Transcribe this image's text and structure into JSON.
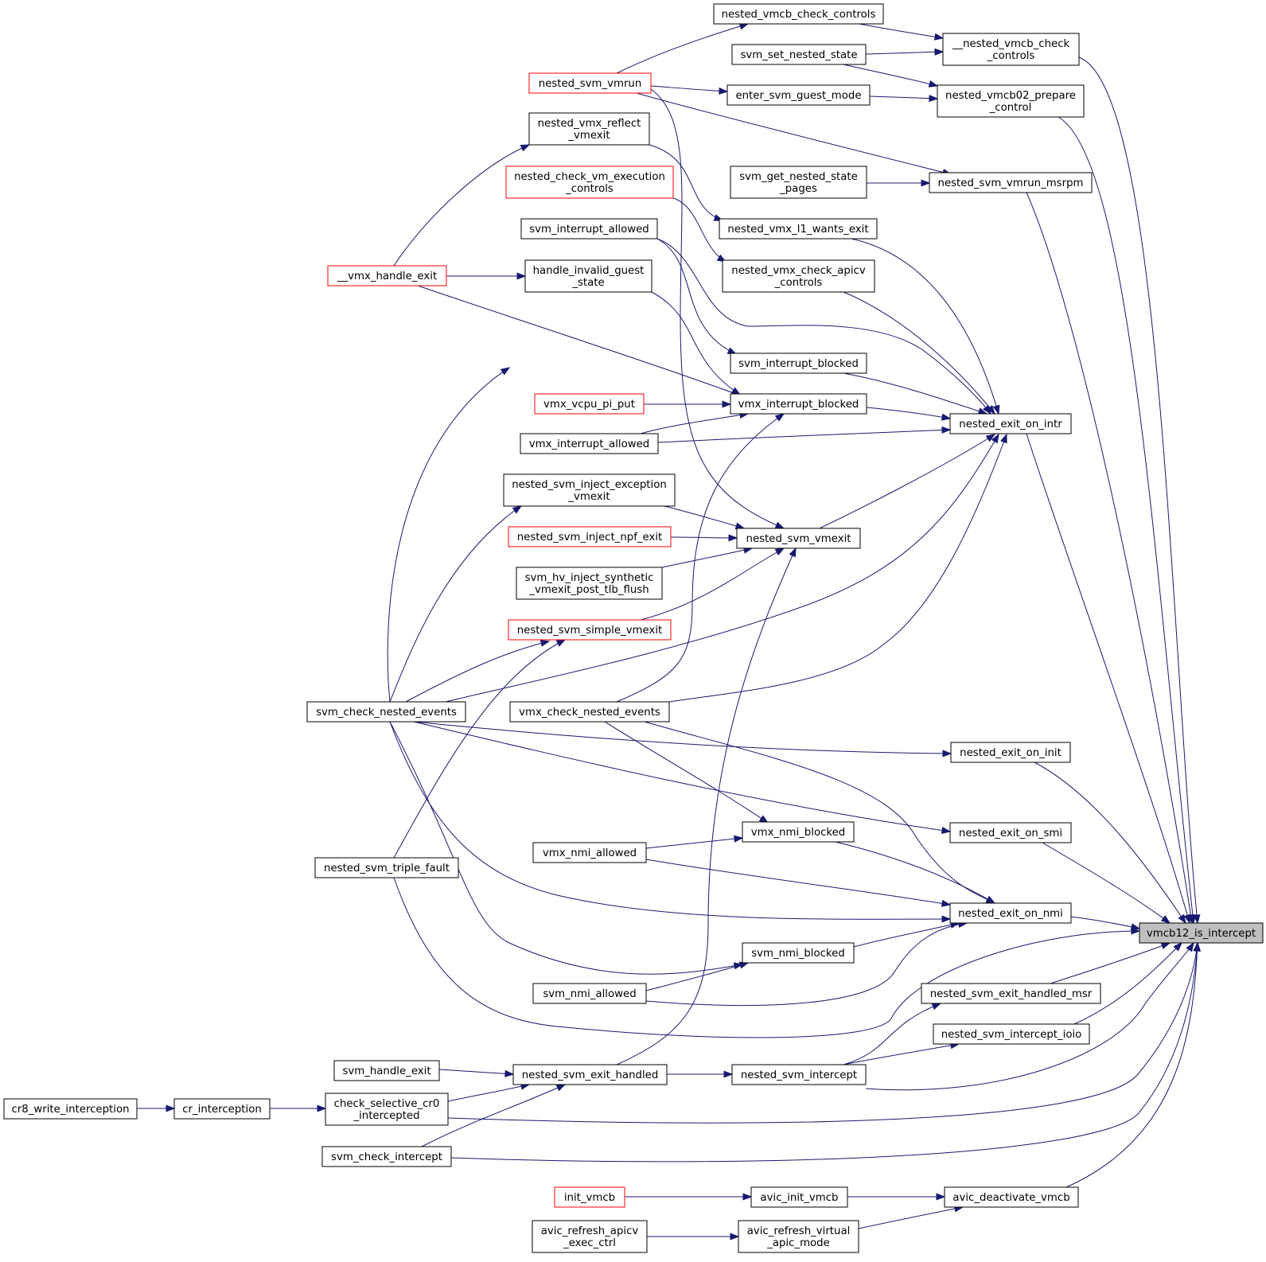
{
  "graph": {
    "title": "",
    "root": "vmcb12_is_intercept",
    "colors": {
      "edge": "#191970",
      "node_border": "#000000",
      "truncated_node_border": "#ff0000",
      "root_fill": "#bfbfbf"
    },
    "nodes": [
      {
        "id": "vmcb12_is_intercept",
        "lines": [
          "vmcb12_is_intercept"
        ],
        "root": true
      },
      {
        "id": "nested_vmcb_check_controls",
        "lines": [
          "nested_vmcb_check_controls"
        ]
      },
      {
        "id": "__nested_vmcb_check_controls",
        "lines": [
          "__nested_vmcb_check",
          "_controls"
        ]
      },
      {
        "id": "svm_set_nested_state",
        "lines": [
          "svm_set_nested_state"
        ]
      },
      {
        "id": "nested_svm_vmrun",
        "lines": [
          "nested_svm_vmrun"
        ],
        "truncated": true
      },
      {
        "id": "enter_svm_guest_mode",
        "lines": [
          "enter_svm_guest_mode"
        ]
      },
      {
        "id": "nested_vmcb02_prepare_control",
        "lines": [
          "nested_vmcb02_prepare",
          "_control"
        ]
      },
      {
        "id": "nested_vmx_reflect_vmexit",
        "lines": [
          "nested_vmx_reflect",
          "_vmexit"
        ]
      },
      {
        "id": "svm_get_nested_state_pages",
        "lines": [
          "svm_get_nested_state",
          "_pages"
        ]
      },
      {
        "id": "nested_svm_vmrun_msrpm",
        "lines": [
          "nested_svm_vmrun_msrpm"
        ]
      },
      {
        "id": "nested_check_vm_execution_controls",
        "lines": [
          "nested_check_vm_execution",
          "_controls"
        ],
        "truncated": true
      },
      {
        "id": "svm_interrupt_allowed",
        "lines": [
          "svm_interrupt_allowed"
        ]
      },
      {
        "id": "nested_vmx_l1_wants_exit",
        "lines": [
          "nested_vmx_l1_wants_exit"
        ]
      },
      {
        "id": "__vmx_handle_exit",
        "lines": [
          "__vmx_handle_exit"
        ],
        "truncated": true
      },
      {
        "id": "handle_invalid_guest_state",
        "lines": [
          "handle_invalid_guest",
          "_state"
        ]
      },
      {
        "id": "nested_vmx_check_apicv_controls",
        "lines": [
          "nested_vmx_check_apicv",
          "_controls"
        ]
      },
      {
        "id": "svm_interrupt_blocked",
        "lines": [
          "svm_interrupt_blocked"
        ]
      },
      {
        "id": "vmx_vcpu_pi_put",
        "lines": [
          "vmx_vcpu_pi_put"
        ],
        "truncated": true
      },
      {
        "id": "vmx_interrupt_blocked",
        "lines": [
          "vmx_interrupt_blocked"
        ]
      },
      {
        "id": "nested_exit_on_intr",
        "lines": [
          "nested_exit_on_intr"
        ]
      },
      {
        "id": "vmx_interrupt_allowed",
        "lines": [
          "vmx_interrupt_allowed"
        ]
      },
      {
        "id": "nested_svm_inject_exception_vmexit",
        "lines": [
          "nested_svm_inject_exception",
          "_vmexit"
        ]
      },
      {
        "id": "nested_svm_inject_npf_exit",
        "lines": [
          "nested_svm_inject_npf_exit"
        ],
        "truncated": true
      },
      {
        "id": "nested_svm_vmexit",
        "lines": [
          "nested_svm_vmexit"
        ]
      },
      {
        "id": "svm_hv_inject_synthetic_vmexit_post_tlb_flush",
        "lines": [
          "svm_hv_inject_synthetic",
          "_vmexit_post_tlb_flush"
        ]
      },
      {
        "id": "nested_svm_simple_vmexit",
        "lines": [
          "nested_svm_simple_vmexit"
        ],
        "truncated": true
      },
      {
        "id": "svm_check_nested_events",
        "lines": [
          "svm_check_nested_events"
        ]
      },
      {
        "id": "vmx_check_nested_events",
        "lines": [
          "vmx_check_nested_events"
        ]
      },
      {
        "id": "nested_exit_on_init",
        "lines": [
          "nested_exit_on_init"
        ]
      },
      {
        "id": "vmx_nmi_blocked",
        "lines": [
          "vmx_nmi_blocked"
        ]
      },
      {
        "id": "nested_exit_on_smi",
        "lines": [
          "nested_exit_on_smi"
        ]
      },
      {
        "id": "vmx_nmi_allowed",
        "lines": [
          "vmx_nmi_allowed"
        ]
      },
      {
        "id": "nested_svm_triple_fault",
        "lines": [
          "nested_svm_triple_fault"
        ]
      },
      {
        "id": "nested_exit_on_nmi",
        "lines": [
          "nested_exit_on_nmi"
        ]
      },
      {
        "id": "svm_nmi_blocked",
        "lines": [
          "svm_nmi_blocked"
        ]
      },
      {
        "id": "svm_nmi_allowed",
        "lines": [
          "svm_nmi_allowed"
        ]
      },
      {
        "id": "nested_svm_exit_handled_msr",
        "lines": [
          "nested_svm_exit_handled_msr"
        ]
      },
      {
        "id": "nested_svm_intercept_ioio",
        "lines": [
          "nested_svm_intercept_ioio"
        ]
      },
      {
        "id": "svm_handle_exit",
        "lines": [
          "svm_handle_exit"
        ]
      },
      {
        "id": "nested_svm_exit_handled",
        "lines": [
          "nested_svm_exit_handled"
        ]
      },
      {
        "id": "nested_svm_intercept",
        "lines": [
          "nested_svm_intercept"
        ]
      },
      {
        "id": "cr8_write_interception",
        "lines": [
          "cr8_write_interception"
        ]
      },
      {
        "id": "cr_interception",
        "lines": [
          "cr_interception"
        ]
      },
      {
        "id": "check_selective_cr0_intercepted",
        "lines": [
          "check_selective_cr0",
          "_intercepted"
        ]
      },
      {
        "id": "svm_check_intercept",
        "lines": [
          "svm_check_intercept"
        ]
      },
      {
        "id": "init_vmcb",
        "lines": [
          "init_vmcb"
        ],
        "truncated": true
      },
      {
        "id": "avic_init_vmcb",
        "lines": [
          "avic_init_vmcb"
        ]
      },
      {
        "id": "avic_deactivate_vmcb",
        "lines": [
          "avic_deactivate_vmcb"
        ]
      },
      {
        "id": "avic_refresh_apicv_exec_ctrl",
        "lines": [
          "avic_refresh_apicv",
          "_exec_ctrl"
        ]
      },
      {
        "id": "avic_refresh_virtual_apic_mode",
        "lines": [
          "avic_refresh_virtual",
          "_apic_mode"
        ]
      }
    ],
    "edges": [
      {
        "from": "nested_vmcb_check_controls",
        "to": "__nested_vmcb_check_controls"
      },
      {
        "from": "svm_set_nested_state",
        "to": "__nested_vmcb_check_controls"
      },
      {
        "from": "svm_set_nested_state",
        "to": "nested_vmcb02_prepare_control"
      },
      {
        "from": "nested_svm_vmrun",
        "to": "nested_vmcb_check_controls"
      },
      {
        "from": "nested_svm_vmrun",
        "to": "enter_svm_guest_mode"
      },
      {
        "from": "nested_svm_vmrun",
        "to": "nested_svm_vmrun_msrpm"
      },
      {
        "from": "nested_svm_vmrun",
        "to": "nested_svm_vmexit"
      },
      {
        "from": "enter_svm_guest_mode",
        "to": "nested_vmcb02_prepare_control"
      },
      {
        "from": "svm_get_nested_state_pages",
        "to": "nested_svm_vmrun_msrpm"
      },
      {
        "from": "__vmx_handle_exit",
        "to": "nested_vmx_reflect_vmexit"
      },
      {
        "from": "__vmx_handle_exit",
        "to": "handle_invalid_guest_state"
      },
      {
        "from": "__vmx_handle_exit",
        "to": "vmx_interrupt_blocked"
      },
      {
        "from": "nested_vmx_reflect_vmexit",
        "to": "nested_vmx_l1_wants_exit"
      },
      {
        "from": "nested_check_vm_execution_controls",
        "to": "nested_vmx_check_apicv_controls"
      },
      {
        "from": "svm_interrupt_allowed",
        "to": "svm_interrupt_blocked"
      },
      {
        "from": "svm_interrupt_allowed",
        "to": "nested_exit_on_intr"
      },
      {
        "from": "handle_invalid_guest_state",
        "to": "vmx_interrupt_blocked"
      },
      {
        "from": "vmx_vcpu_pi_put",
        "to": "vmx_interrupt_blocked"
      },
      {
        "from": "vmx_interrupt_allowed",
        "to": "vmx_interrupt_blocked"
      },
      {
        "from": "vmx_interrupt_allowed",
        "to": "nested_exit_on_intr"
      },
      {
        "from": "svm_check_nested_events",
        "to": "svm_interrupt_blocked"
      },
      {
        "from": "svm_check_nested_events",
        "to": "nested_svm_inject_exception_vmexit"
      },
      {
        "from": "svm_check_nested_events",
        "to": "nested_svm_simple_vmexit"
      },
      {
        "from": "svm_check_nested_events",
        "to": "nested_exit_on_intr"
      },
      {
        "from": "svm_check_nested_events",
        "to": "nested_exit_on_init"
      },
      {
        "from": "svm_check_nested_events",
        "to": "nested_exit_on_smi"
      },
      {
        "from": "svm_check_nested_events",
        "to": "nested_exit_on_nmi"
      },
      {
        "from": "svm_check_nested_events",
        "to": "svm_nmi_blocked"
      },
      {
        "from": "vmx_check_nested_events",
        "to": "vmx_interrupt_blocked"
      },
      {
        "from": "vmx_check_nested_events",
        "to": "nested_exit_on_intr"
      },
      {
        "from": "vmx_check_nested_events",
        "to": "vmx_nmi_blocked"
      },
      {
        "from": "vmx_check_nested_events",
        "to": "nested_exit_on_nmi"
      },
      {
        "from": "nested_svm_inject_exception_vmexit",
        "to": "nested_svm_vmexit"
      },
      {
        "from": "nested_svm_inject_npf_exit",
        "to": "nested_svm_vmexit"
      },
      {
        "from": "svm_hv_inject_synthetic_vmexit_post_tlb_flush",
        "to": "nested_svm_vmexit"
      },
      {
        "from": "nested_svm_simple_vmexit",
        "to": "nested_svm_vmexit"
      },
      {
        "from": "nested_svm_triple_fault",
        "to": "nested_svm_simple_vmexit"
      },
      {
        "from": "nested_svm_exit_handled",
        "to": "nested_svm_vmexit"
      },
      {
        "from": "nested_svm_vmexit",
        "to": "nested_exit_on_intr"
      },
      {
        "from": "vmx_nmi_allowed",
        "to": "vmx_nmi_blocked"
      },
      {
        "from": "vmx_nmi_allowed",
        "to": "nested_exit_on_nmi"
      },
      {
        "from": "vmx_nmi_blocked",
        "to": "nested_exit_on_nmi"
      },
      {
        "from": "svm_nmi_allowed",
        "to": "svm_nmi_blocked"
      },
      {
        "from": "svm_nmi_allowed",
        "to": "nested_exit_on_nmi"
      },
      {
        "from": "svm_nmi_blocked",
        "to": "nested_exit_on_nmi"
      },
      {
        "from": "svm_handle_exit",
        "to": "nested_svm_exit_handled"
      },
      {
        "from": "check_selective_cr0_intercepted",
        "to": "nested_svm_exit_handled"
      },
      {
        "from": "svm_check_intercept",
        "to": "nested_svm_exit_handled"
      },
      {
        "from": "nested_svm_exit_handled",
        "to": "nested_svm_intercept"
      },
      {
        "from": "nested_svm_intercept",
        "to": "nested_svm_exit_handled_msr"
      },
      {
        "from": "nested_svm_intercept",
        "to": "nested_svm_intercept_ioio"
      },
      {
        "from": "cr8_write_interception",
        "to": "cr_interception"
      },
      {
        "from": "cr_interception",
        "to": "check_selective_cr0_intercepted"
      },
      {
        "from": "init_vmcb",
        "to": "avic_init_vmcb"
      },
      {
        "from": "avic_init_vmcb",
        "to": "avic_deactivate_vmcb"
      },
      {
        "from": "avic_refresh_apicv_exec_ctrl",
        "to": "avic_refresh_virtual_apic_mode"
      },
      {
        "from": "avic_refresh_virtual_apic_mode",
        "to": "avic_deactivate_vmcb"
      },
      {
        "from": "__nested_vmcb_check_controls",
        "to": "vmcb12_is_intercept"
      },
      {
        "from": "nested_vmcb02_prepare_control",
        "to": "vmcb12_is_intercept"
      },
      {
        "from": "nested_svm_vmrun_msrpm",
        "to": "vmcb12_is_intercept"
      },
      {
        "from": "nested_exit_on_intr",
        "to": "vmcb12_is_intercept"
      },
      {
        "from": "nested_exit_on_init",
        "to": "vmcb12_is_intercept"
      },
      {
        "from": "nested_exit_on_smi",
        "to": "vmcb12_is_intercept"
      },
      {
        "from": "nested_exit_on_nmi",
        "to": "vmcb12_is_intercept"
      },
      {
        "from": "nested_svm_triple_fault",
        "to": "vmcb12_is_intercept"
      },
      {
        "from": "nested_svm_exit_handled_msr",
        "to": "vmcb12_is_intercept"
      },
      {
        "from": "nested_svm_intercept_ioio",
        "to": "vmcb12_is_intercept"
      },
      {
        "from": "nested_svm_intercept",
        "to": "vmcb12_is_intercept"
      },
      {
        "from": "check_selective_cr0_intercepted",
        "to": "vmcb12_is_intercept"
      },
      {
        "from": "svm_check_intercept",
        "to": "vmcb12_is_intercept"
      },
      {
        "from": "avic_deactivate_vmcb",
        "to": "vmcb12_is_intercept"
      }
    ]
  }
}
